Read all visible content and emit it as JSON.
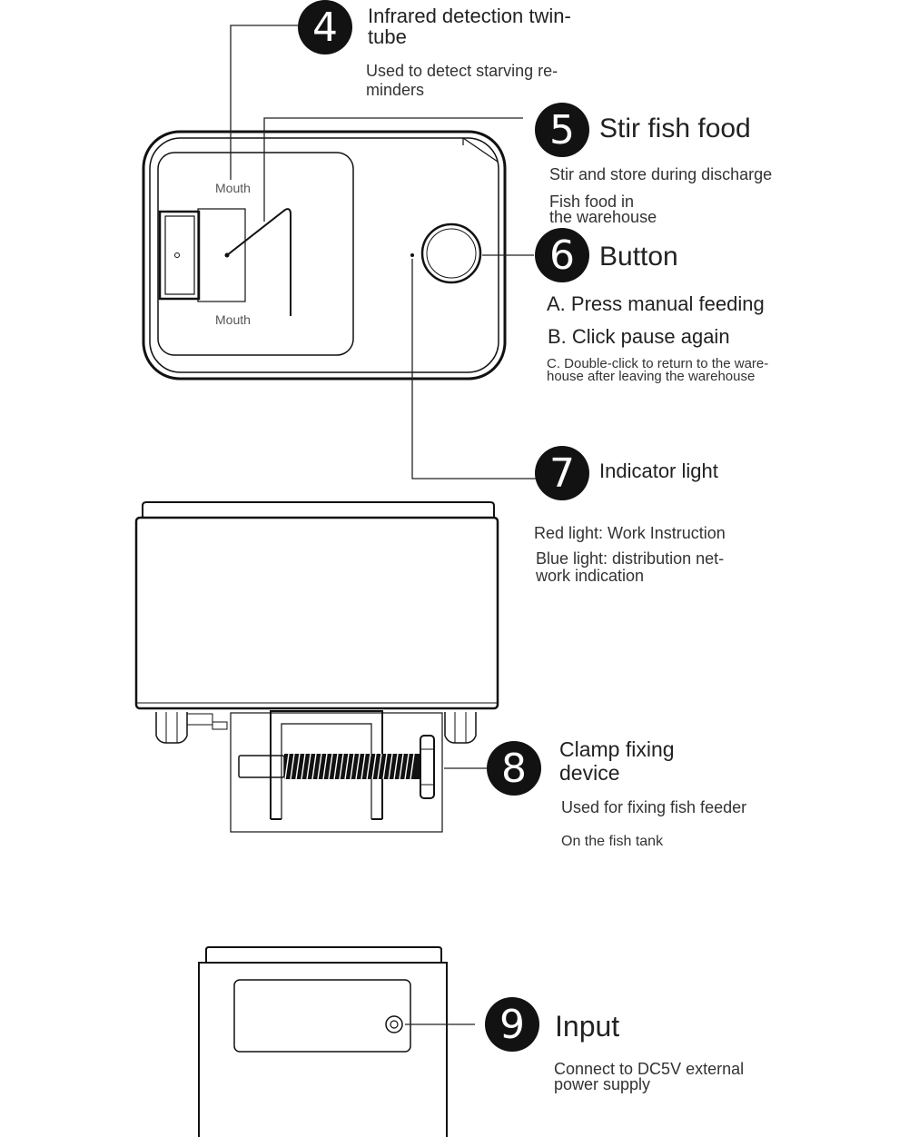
{
  "labels": {
    "mouth_top": "Mouth",
    "mouth_bottom": "Mouth"
  },
  "callouts": [
    {
      "number": "4",
      "title_lines": [
        "Infrared detection twin-",
        "tube"
      ],
      "desc_lines": [
        "Used to detect starving re-",
        "minders"
      ]
    },
    {
      "number": "5",
      "title": "Stir fish food",
      "desc_lines": [
        "Stir and store during discharge",
        "Fish food in",
        "the warehouse"
      ]
    },
    {
      "number": "6",
      "title": "Button",
      "items": [
        "A. Press manual feeding",
        "B. Click pause again"
      ],
      "note_lines": [
        "C. Double-click to return to the ware-",
        "house after leaving the warehouse"
      ]
    },
    {
      "number": "7",
      "title": "Indicator light",
      "desc_lines": [
        "Red light: Work Instruction",
        "Blue light: distribution net-",
        "work indication"
      ]
    },
    {
      "number": "8",
      "title_lines": [
        "Clamp fixing",
        "device"
      ],
      "desc_lines": [
        "Used for fixing fish feeder",
        "On the fish tank"
      ]
    },
    {
      "number": "9",
      "title": "Input",
      "desc_lines": [
        "Connect to DC5V external",
        "power supply"
      ]
    }
  ]
}
